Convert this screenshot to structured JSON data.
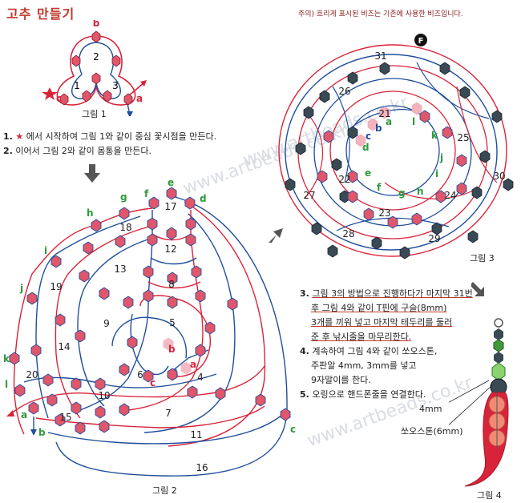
{
  "title": "고추 만들기",
  "note": "주의) 흐리게 표시된 비즈는 기존에 사용한 비즈입니다.",
  "watermarks": [
    "www.artbeads.co.kr",
    "www.artbeads.co.kr",
    "www.artbeads.co.kr"
  ],
  "steps_left": [
    {
      "num": "1.",
      "text": "에서 시작하여 그림 1와 같이 중심 꽃시점을 만든다."
    },
    {
      "num": "2.",
      "text": "이어서 그림 2와 같이 몸통을 만든다."
    }
  ],
  "steps_right": [
    {
      "num": "3.",
      "lines": [
        "그림 3의 방법으로 진행하다가 마지막 31번",
        "후 그림 4와 같이 T핀에 구슬(8mm)",
        "3개를 끼워 넣고 마지막 테두리를 둘러",
        "준 후 낚시줄을 마무리한다."
      ]
    },
    {
      "num": "4.",
      "lines": [
        "계속하여 그림 4와 같이 쏘오스톤,",
        "주판알 4mm, 3mm를 넣고",
        "9자말이를 한다."
      ]
    },
    {
      "num": "5.",
      "lines": [
        "오링으로 핸드폰줄을 연결한다."
      ]
    }
  ],
  "captions": {
    "fig1": "그림 1",
    "fig2": "그림 2",
    "fig3": "그림 3",
    "fig4": "그림 4"
  },
  "fig1": {
    "numbers": [
      "1",
      "2",
      "3"
    ],
    "letters": [
      "a",
      "b",
      "c"
    ]
  },
  "fig2": {
    "numbers": [
      "4",
      "5",
      "6",
      "7",
      "8",
      "9",
      "10",
      "11",
      "12",
      "13",
      "14",
      "15",
      "16",
      "17",
      "18",
      "19",
      "20"
    ],
    "letters": [
      "a",
      "b",
      "c",
      "d",
      "e",
      "f",
      "g",
      "h",
      "i",
      "j",
      "k",
      "l",
      "a",
      "b",
      "c"
    ]
  },
  "fig3": {
    "start": "F",
    "numbers": [
      "21",
      "22",
      "23",
      "24",
      "25",
      "26",
      "27",
      "28",
      "29",
      "30",
      "31"
    ],
    "letters": [
      "a",
      "b",
      "c",
      "d",
      "e",
      "f",
      "g",
      "h",
      "i",
      "j",
      "k",
      "l"
    ]
  },
  "fig4": {
    "label_4mm": "4mm",
    "label_stone": "쏘오스톤(6mm)"
  },
  "colors": {
    "red": "#d9233a",
    "blue": "#1f4e9c",
    "bead_red": "#e0566a",
    "bead_dark": "#3a4a55",
    "green": "#2e9a3a",
    "green_bead": "#3f9a3a"
  }
}
